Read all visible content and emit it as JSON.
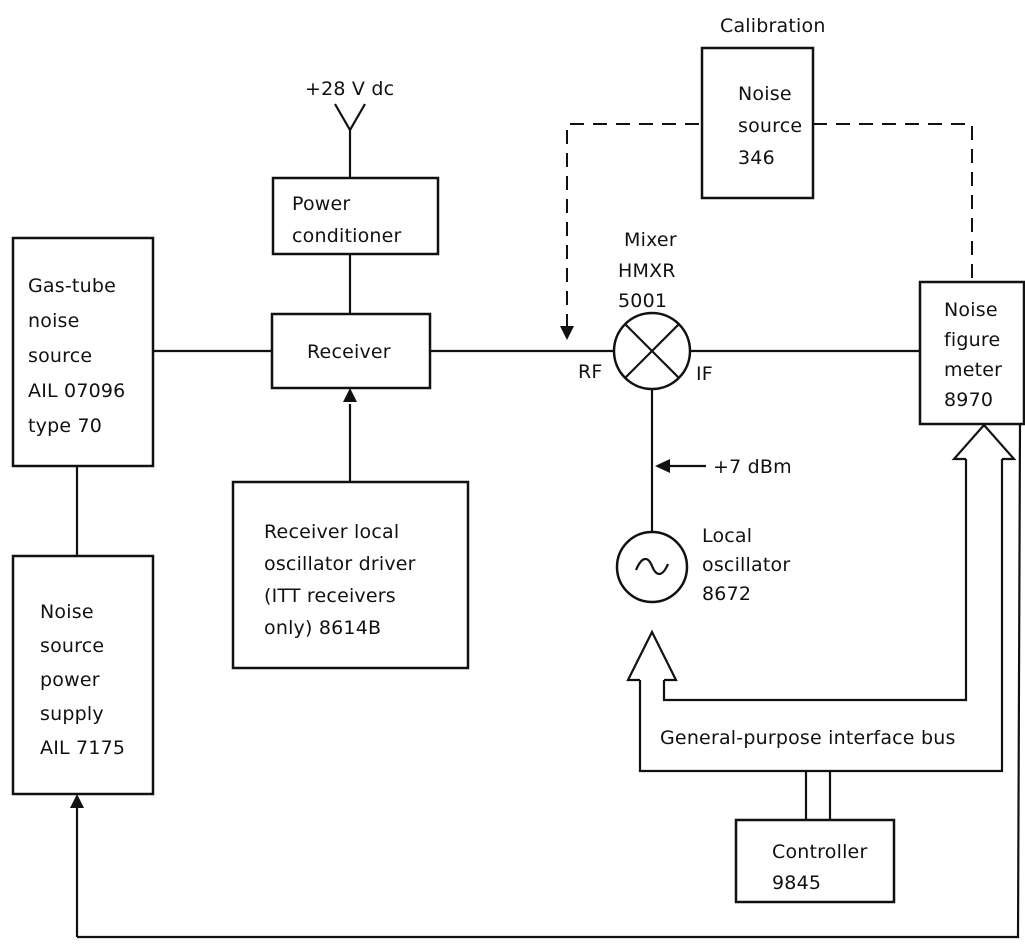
{
  "labels": {
    "supply": "+28 V dc",
    "calibration": "Calibration",
    "rf": "RF",
    "if": "IF",
    "lo_level": "+7 dBm",
    "bus": "General-purpose interface bus"
  },
  "blocks": {
    "gas_tube": [
      "Gas-tube",
      "noise",
      "source",
      "AIL 07096",
      "type 70"
    ],
    "ns_power": [
      "Noise",
      "source",
      "power",
      "supply",
      "AIL 7175"
    ],
    "power_conditioner": [
      "Power",
      "conditioner"
    ],
    "receiver": [
      "Receiver"
    ],
    "lo_driver": [
      "Receiver local",
      "oscillator driver",
      "(ITT receivers",
      "only) 8614B"
    ],
    "cal_noise": [
      "Noise",
      "source",
      "346"
    ],
    "mixer": [
      "Mixer",
      "HMXR",
      "5001"
    ],
    "local_osc": [
      "Local",
      "oscillator",
      "8672"
    ],
    "nf_meter": [
      "Noise",
      "figure",
      "meter",
      "8970"
    ],
    "controller": [
      "Controller",
      "9845"
    ]
  },
  "icons": {
    "mixer": "mixer-cross-circle-icon",
    "oscillator": "sine-wave-circle-icon",
    "antenna": "antenna-y-icon"
  },
  "colors": {
    "ink": "#111111",
    "paper": "#ffffff"
  }
}
